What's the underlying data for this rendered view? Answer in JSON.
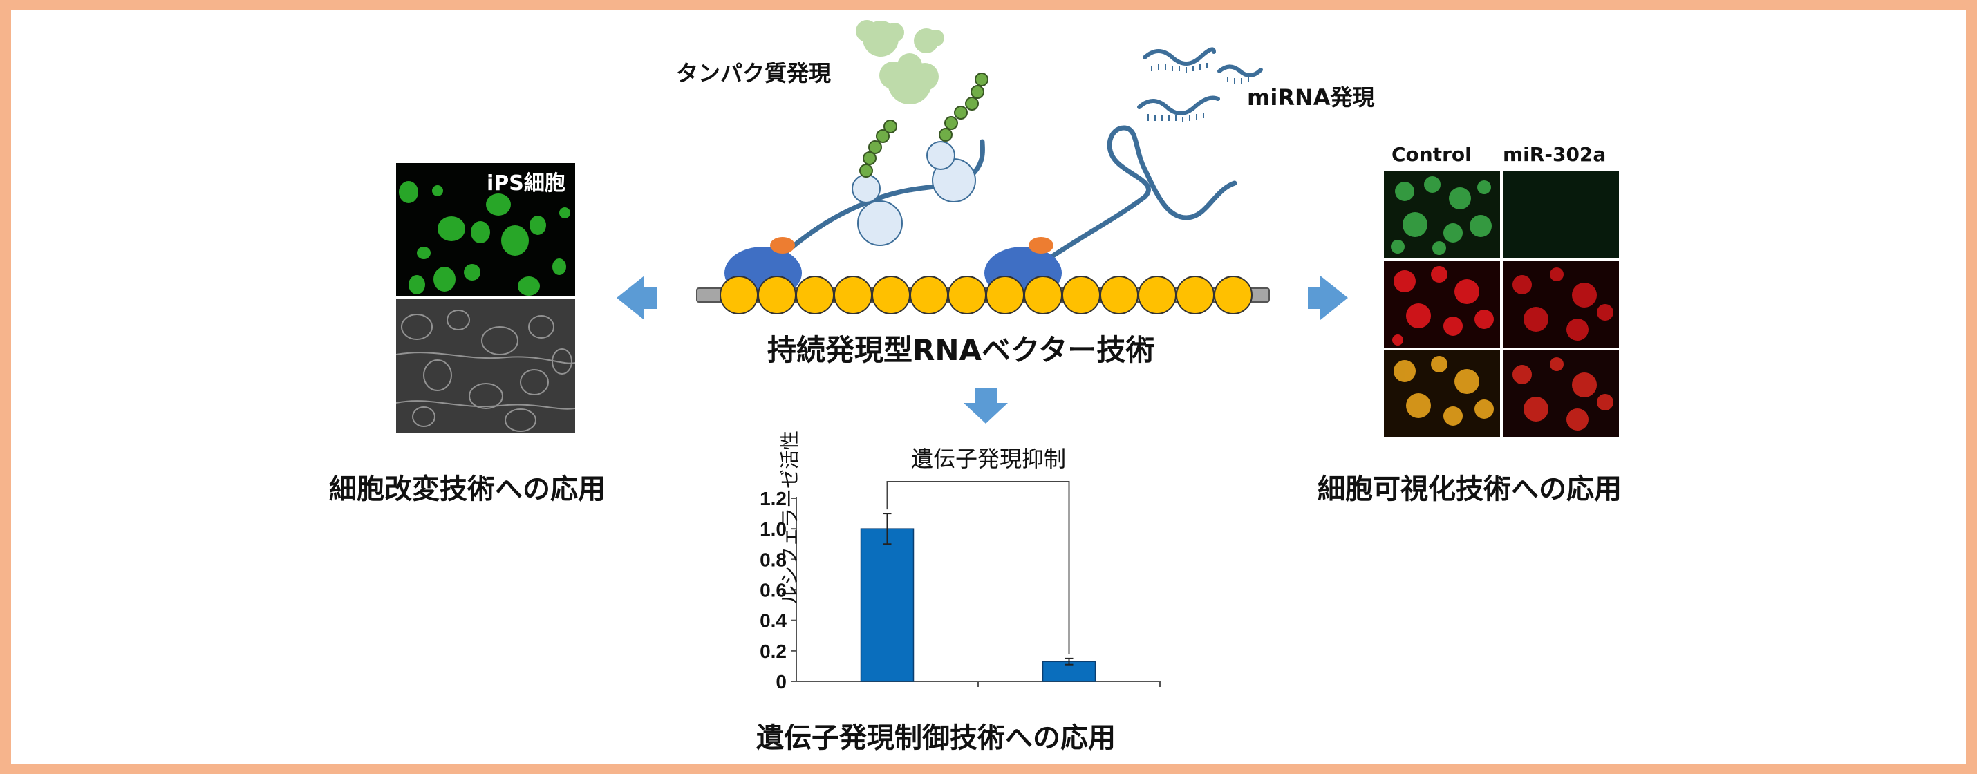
{
  "center": {
    "protein_label": "タンパク質発現",
    "mirna_label": "miRNA発現",
    "title": "持続発現型RNAベクター技術"
  },
  "left": {
    "image_label": "iPS細胞",
    "caption": "細胞改変技術への応用"
  },
  "right": {
    "col_control": "Control",
    "col_mir": "miR-302a",
    "caption": "細胞可視化技術への応用"
  },
  "bottom": {
    "caption": "遺伝子発現制御技術への応用"
  },
  "chart_data": {
    "type": "bar",
    "ylabel": "ルシフェラーゼ活性",
    "annotation": "遺伝子発現抑制",
    "categories": [
      "",
      ""
    ],
    "values": [
      1.0,
      0.13
    ],
    "errors": [
      0.1,
      0.02
    ],
    "yticks": [
      "0",
      "0.2",
      "0.4",
      "0.6",
      "0.8",
      "1.0",
      "1.2"
    ],
    "ylim": [
      0,
      1.2
    ],
    "bar_color": "#0A6EBD"
  },
  "colors": {
    "frame": "#F6B48C",
    "arrow": "#5B9BD5",
    "rna_strand": "#3D6E99",
    "bead": "#FFC000",
    "ribosome": "#3F6FC4",
    "cap": "#ED7D31",
    "peptide": "#70AD47",
    "trna": "#DDE9F6"
  }
}
